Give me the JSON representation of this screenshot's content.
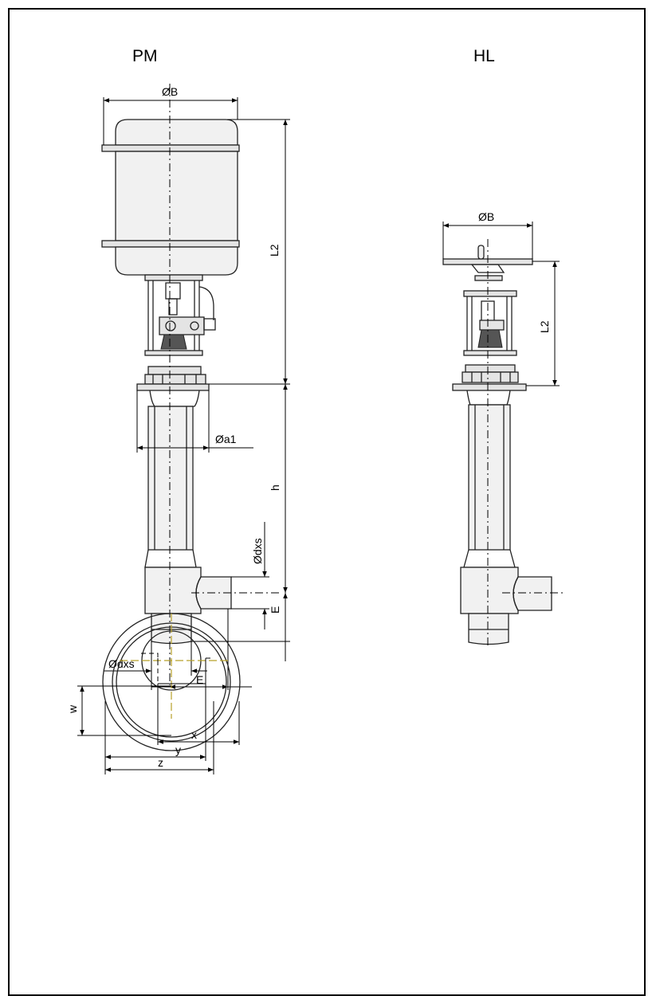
{
  "titles": {
    "pm": "PM",
    "hl": "HL"
  },
  "pm_labels": {
    "diameter_b": "ØB",
    "l2": "L2",
    "diameter_a1": "Øa1",
    "h": "h",
    "diameter_dxs_vertical": "Ødxs",
    "e_vertical": "E",
    "diameter_dxs_horizontal": "Ødxs",
    "e_horizontal": "E"
  },
  "hl_labels": {
    "diameter_b": "ØB",
    "l2": "L2"
  },
  "plan_labels": {
    "w": "w",
    "x": "x",
    "y": "y",
    "z": "z"
  },
  "colors": {
    "line": "#222222",
    "body_fill": "#f1f1f1",
    "flange_fill": "#e4e4e4",
    "centerline_accent": "#b8a12a"
  }
}
